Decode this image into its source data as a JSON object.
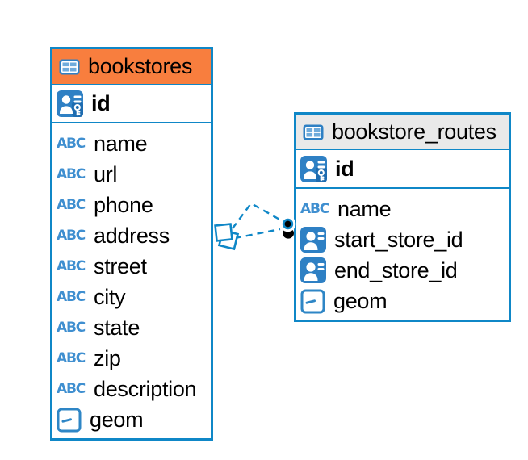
{
  "diagram": {
    "tables": [
      {
        "id": "bookstores",
        "name": "bookstores",
        "header_color": "#f87e3e",
        "columns": [
          {
            "name": "id",
            "type": "primary-key"
          },
          {
            "name": "name",
            "type": "text"
          },
          {
            "name": "url",
            "type": "text"
          },
          {
            "name": "phone",
            "type": "text"
          },
          {
            "name": "address",
            "type": "text"
          },
          {
            "name": "street",
            "type": "text"
          },
          {
            "name": "city",
            "type": "text"
          },
          {
            "name": "state",
            "type": "text"
          },
          {
            "name": "zip",
            "type": "text"
          },
          {
            "name": "description",
            "type": "text"
          },
          {
            "name": "geom",
            "type": "geometry"
          }
        ]
      },
      {
        "id": "bookstore_routes",
        "name": "bookstore_routes",
        "header_color": "#e9e9e9",
        "columns": [
          {
            "name": "id",
            "type": "primary-key"
          },
          {
            "name": "name",
            "type": "text"
          },
          {
            "name": "start_store_id",
            "type": "foreign-key"
          },
          {
            "name": "end_store_id",
            "type": "foreign-key"
          },
          {
            "name": "geom",
            "type": "geometry"
          }
        ]
      }
    ],
    "relation": {
      "from_table": "bookstores",
      "to_table": "bookstore_routes",
      "style": "dashed"
    },
    "icons": {
      "text_label": "ABC"
    },
    "colors": {
      "accent_blue": "#0f87c7",
      "icon_blue": "#2e80c4",
      "abc_blue": "#3f8fd0",
      "bookstores_header": "#f87e3e",
      "routes_header": "#e9e9e9",
      "endpoint_dot": "#000000",
      "text_black": "#000000"
    }
  }
}
